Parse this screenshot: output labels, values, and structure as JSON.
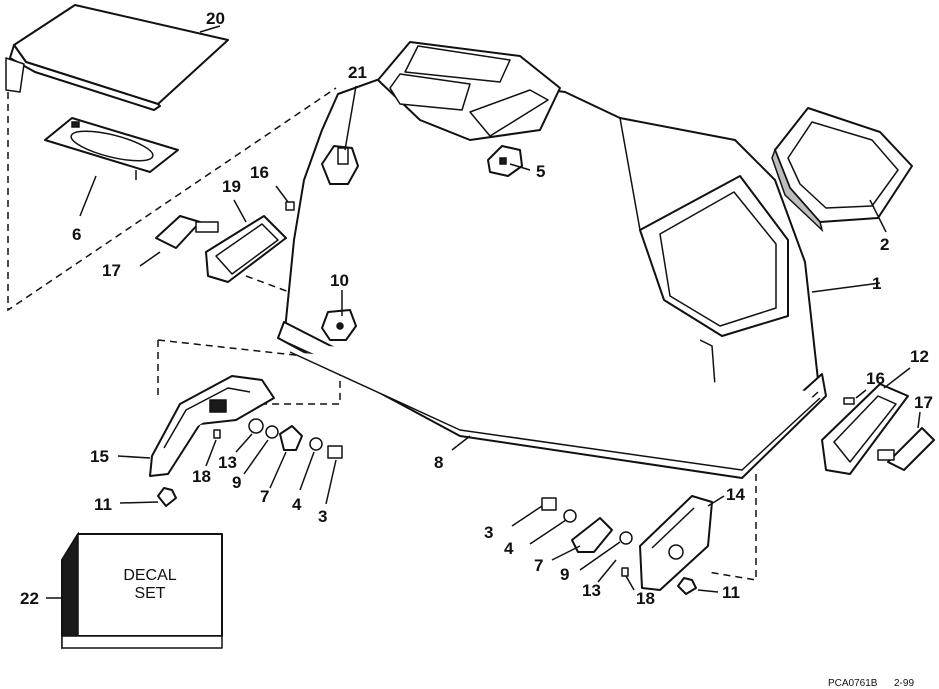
{
  "callouts": {
    "c1": "1",
    "c2": "2",
    "c3a": "3",
    "c3b": "3",
    "c4a": "4",
    "c4b": "4",
    "c5": "5",
    "c6": "6",
    "c7a": "7",
    "c7b": "7",
    "c8": "8",
    "c9a": "9",
    "c9b": "9",
    "c10": "10",
    "c11a": "11",
    "c11b": "11",
    "c12": "12",
    "c13a": "13",
    "c13b": "13",
    "c14": "14",
    "c15": "15",
    "c16a": "16",
    "c16b": "16",
    "c17a": "17",
    "c17b": "17",
    "c18a": "18",
    "c18b": "18",
    "c19": "19",
    "c20": "20",
    "c21": "21",
    "c22": "22"
  },
  "decal": {
    "line1": "DECAL",
    "line2": "SET"
  },
  "reference": {
    "code": "PCA0761B",
    "date": "2-99"
  }
}
